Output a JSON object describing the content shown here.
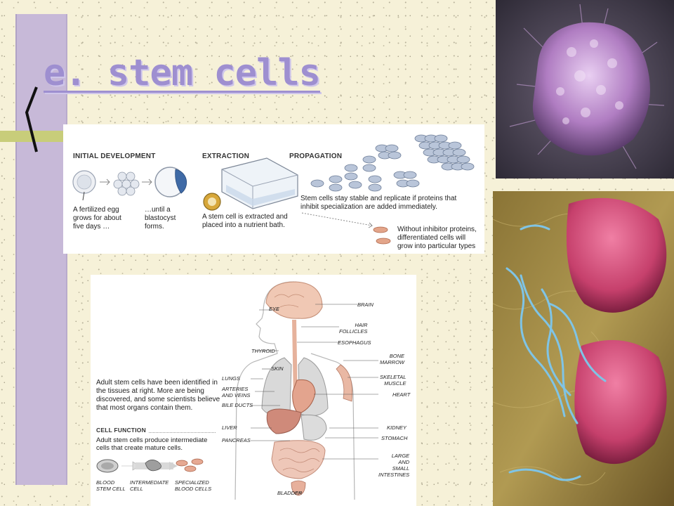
{
  "slide": {
    "title": "e. stem cells"
  },
  "top_diagram": {
    "sections": {
      "initial": "INITIAL DEVELOPMENT",
      "extraction": "EXTRACTION",
      "propagation": "PROPAGATION"
    },
    "captions": {
      "egg_line1": "A fertilized egg",
      "egg_line2": "grows for about",
      "egg_line3": "five days …",
      "blast_line1": "…until a",
      "blast_line2": "blastocyst",
      "blast_line3": "forms.",
      "extract_line1": "A stem cell is extracted and",
      "extract_line2": "placed into a nutrient bath.",
      "stable_line1": "Stem cells stay stable and replicate if proteins that",
      "stable_line2": "inhibit specialization are added immediately.",
      "without_line1": "Without inhibitor proteins,",
      "without_line2": "differentiated cells will",
      "without_line3": "grow into particular types"
    }
  },
  "bottom_diagram": {
    "text_line1": "Adult stem cells have been identified in",
    "text_line2": "the tissues at right. More are being",
    "text_line3": "discovered, and some scientists believe",
    "text_line4": "that most organs contain them.",
    "cell_function_heading": "CELL FUNCTION",
    "cf_line1": "Adult stem cells produce intermediate",
    "cf_line2": "cells that create mature cells.",
    "cell_labels": {
      "blood_1": "BLOOD",
      "blood_2": "STEM CELL",
      "inter_1": "INTERMEDIATE",
      "inter_2": "CELL",
      "spec_1": "SPECIALIZED",
      "spec_2": "BLOOD CELLS"
    },
    "body_labels_left": {
      "eye": "EYE",
      "thyroid": "THYROID",
      "skin": "SKIN",
      "lungs": "LUNGS",
      "arteries_1": "ARTERIES",
      "arteries_2": "AND VEINS",
      "bile": "BILE DUCTS",
      "liver": "LIVER",
      "pancreas": "PANCREAS"
    },
    "body_labels_right": {
      "brain": "BRAIN",
      "hair_1": "HAIR",
      "hair_2": "FOLLICLES",
      "esophagus": "ESOPHAGUS",
      "bone_1": "BONE",
      "bone_2": "MARROW",
      "skeletal_1": "SKELETAL",
      "skeletal_2": "MUSCLE",
      "heart": "HEART",
      "kidney": "KIDNEY",
      "stomach": "STOMACH",
      "large_1": "LARGE",
      "large_2": "AND",
      "large_3": "SMALL",
      "large_4": "INTESTINES",
      "bladder": "BLADDER"
    }
  },
  "colors": {
    "title": "#9e8fd0",
    "side_bar": "#c7b9d8",
    "accent_tab": "#c8cd7a",
    "cell_blue": "#a9b8d0",
    "tissue_pink": "#d08a7c"
  }
}
